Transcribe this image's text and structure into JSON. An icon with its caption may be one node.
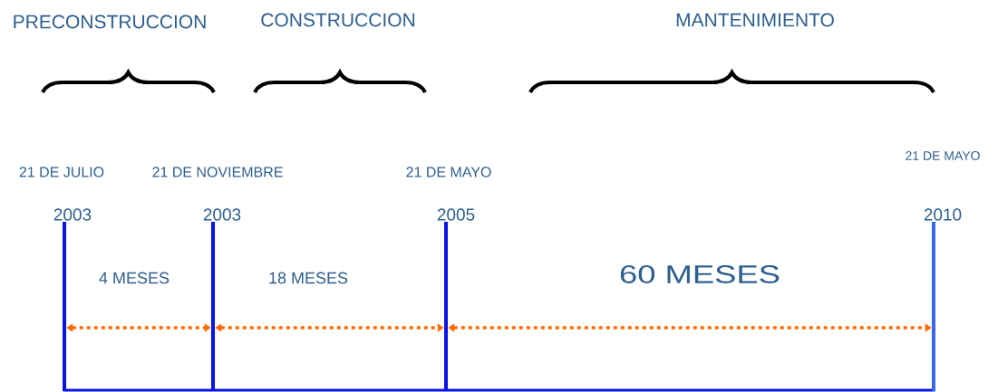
{
  "diagram": {
    "nodes": [
      {
        "text": [],
        "shape": "bar",
        "beside": [
          "21 DE JULIO",
          "2003"
        ]
      },
      {
        "text": [],
        "shape": "bar",
        "beside": [
          "21 DE NOVIEMBRE",
          "2003"
        ]
      },
      {
        "text": [],
        "shape": "bar",
        "beside": [
          "21 DE MAYO",
          "2005"
        ]
      },
      {
        "text": [],
        "shape": "bar",
        "beside": [
          "21 DE MAYO",
          "2010"
        ]
      }
    ],
    "edges": [
      {
        "from": 0,
        "to": 1,
        "arrow": "both",
        "style": "dashed",
        "label": "4 MESES"
      },
      {
        "from": 1,
        "to": 2,
        "arrow": "both",
        "style": "dashed",
        "label": "18 MESES"
      },
      {
        "from": 2,
        "to": 3,
        "arrow": "both",
        "style": "dashed",
        "label": "60 MESES"
      }
    ],
    "labels": [
      "PRECONSTRUCCION",
      "CONSTRUCCION",
      "MANTENIMIENTO"
    ]
  }
}
